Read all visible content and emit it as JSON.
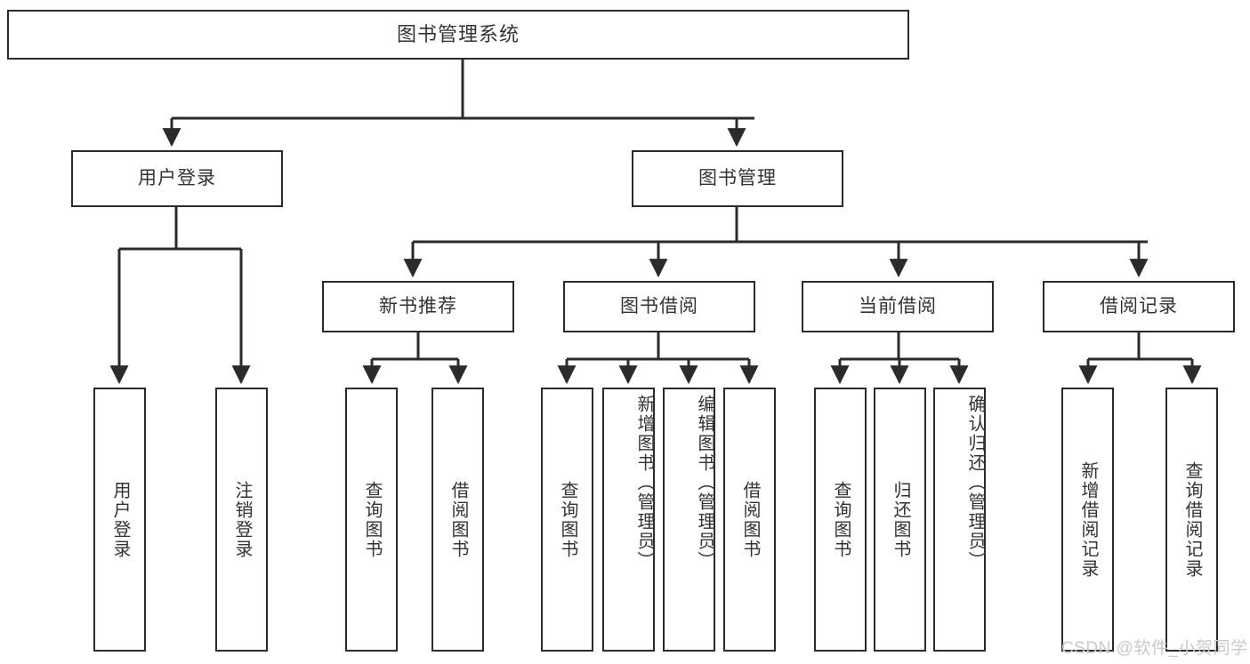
{
  "diagram": {
    "title": "图书管理系统",
    "type": "hierarchy-tree",
    "root": {
      "id": "root",
      "label": "图书管理系统",
      "orientation": "horizontal"
    },
    "level2": [
      {
        "id": "user-login",
        "label": "用户登录",
        "orientation": "horizontal"
      },
      {
        "id": "book-management",
        "label": "图书管理",
        "orientation": "horizontal"
      }
    ],
    "level3": [
      {
        "id": "new-book-recommend",
        "label": "新书推荐",
        "orientation": "horizontal",
        "parent": "book-management"
      },
      {
        "id": "book-borrow",
        "label": "图书借阅",
        "orientation": "horizontal",
        "parent": "book-management"
      },
      {
        "id": "current-borrow",
        "label": "当前借阅",
        "orientation": "horizontal",
        "parent": "book-management"
      },
      {
        "id": "borrow-record",
        "label": "借阅记录",
        "orientation": "horizontal",
        "parent": "book-management"
      }
    ],
    "leaves": [
      {
        "id": "leaf-user-login",
        "label": "用户登录",
        "parent": "user-login"
      },
      {
        "id": "leaf-logout-login",
        "label": "注销登录",
        "parent": "user-login"
      },
      {
        "id": "leaf-query-book-1",
        "label": "查询图书",
        "parent": "new-book-recommend"
      },
      {
        "id": "leaf-borrow-book-1",
        "label": "借阅图书",
        "parent": "new-book-recommend"
      },
      {
        "id": "leaf-query-book-2",
        "label": "查询图书",
        "parent": "book-borrow"
      },
      {
        "id": "leaf-add-book",
        "label": "新增图书（管理员）",
        "parent": "book-borrow"
      },
      {
        "id": "leaf-edit-book",
        "label": "编辑图书（管理员）",
        "parent": "book-borrow"
      },
      {
        "id": "leaf-borrow-book-2",
        "label": "借阅图书",
        "parent": "book-borrow"
      },
      {
        "id": "leaf-query-book-3",
        "label": "查询图书",
        "parent": "current-borrow"
      },
      {
        "id": "leaf-return-book",
        "label": "归还图书",
        "parent": "current-borrow"
      },
      {
        "id": "leaf-confirm-return",
        "label": "确认归还（管理员）",
        "parent": "current-borrow"
      },
      {
        "id": "leaf-add-record",
        "label": "新增借阅记录",
        "parent": "borrow-record"
      },
      {
        "id": "leaf-query-record",
        "label": "查询借阅记录",
        "parent": "borrow-record"
      }
    ],
    "colors": {
      "stroke": "#2b2b2b",
      "fill": "#ffffff",
      "text": "#333333",
      "watermark": "#c9c9c9"
    }
  },
  "watermark": {
    "text": "CSDN @软件_小贺同学"
  }
}
